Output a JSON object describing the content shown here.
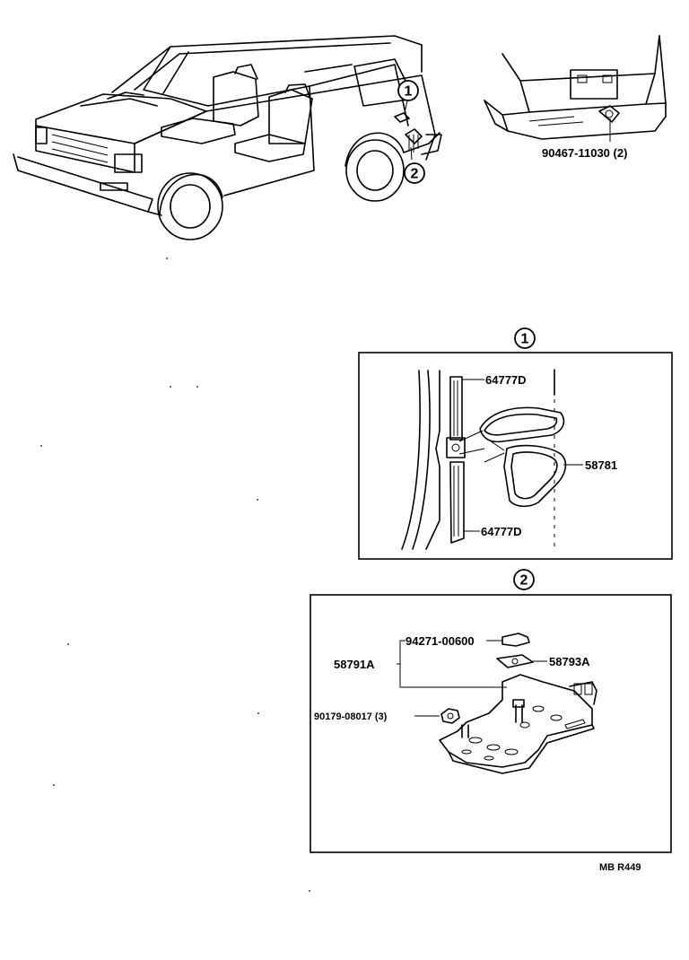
{
  "callouts": {
    "one": "1",
    "two": "2"
  },
  "top": {
    "bumper_part": "90467-11030 (2)"
  },
  "detail1": {
    "number": "1",
    "parts": {
      "upper": "64777D",
      "step": "58781",
      "lower": "64777D"
    }
  },
  "detail2": {
    "number": "2",
    "parts": {
      "bolt": "94271-00600",
      "assembly": "58791A",
      "bracket": "58793A",
      "nut": "90179-08017 (3)"
    }
  },
  "footer": {
    "code": "MB R449"
  }
}
